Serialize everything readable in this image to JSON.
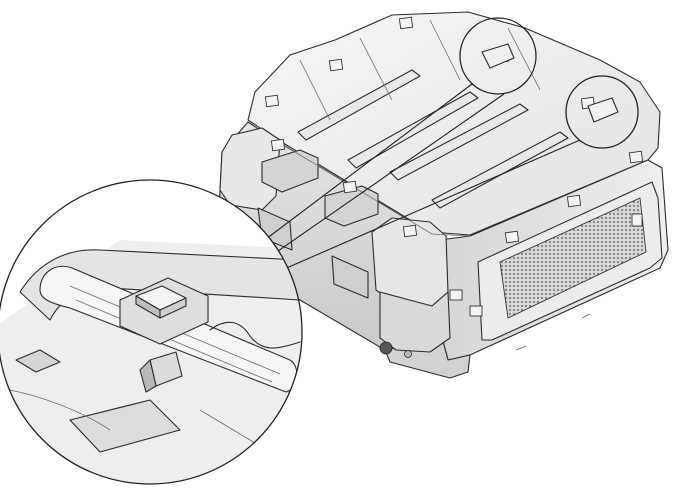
{
  "figure": {
    "kind": "technical-illustration",
    "subject": "rack-case",
    "palette": {
      "background": "#ffffff",
      "outline": "#2b2b2b",
      "light_face": "#f2f2f2",
      "mid_face": "#dcdcdc",
      "shade": "#c4c4c4",
      "dark_shade": "#9a9a9a",
      "grille": "#7a7a7a"
    },
    "callouts": [
      {
        "id": "latch-callout-1"
      },
      {
        "id": "latch-callout-2"
      }
    ]
  }
}
